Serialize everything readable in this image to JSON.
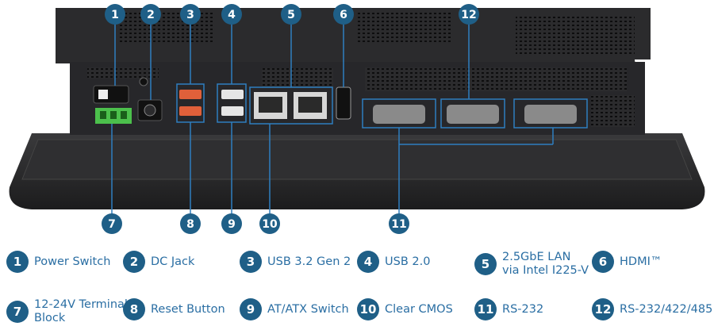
{
  "colors": {
    "callout": "#1f5f87",
    "label_text": "#2a6ea3",
    "highlight": "#2f7fc0",
    "chassis": "#2b2b2d",
    "usb32": "#e0603a",
    "terminal": "#4cc04c"
  },
  "callouts": [
    "1",
    "2",
    "3",
    "4",
    "5",
    "6",
    "12",
    "7",
    "8",
    "9",
    "10",
    "11"
  ],
  "legend": [
    {
      "number": "1",
      "label": "Power Switch"
    },
    {
      "number": "2",
      "label": "DC Jack"
    },
    {
      "number": "3",
      "label": "USB 3.2 Gen 2"
    },
    {
      "number": "4",
      "label": "USB 2.0"
    },
    {
      "number": "5",
      "label": "2.5GbE LAN\nvia Intel I225-V"
    },
    {
      "number": "6",
      "label": "HDMI™"
    },
    {
      "number": "7",
      "label": "12-24V Terminal\nBlock"
    },
    {
      "number": "8",
      "label": "Reset Button"
    },
    {
      "number": "9",
      "label": "AT/ATX Switch"
    },
    {
      "number": "10",
      "label": "Clear CMOS"
    },
    {
      "number": "11",
      "label": "RS-232"
    },
    {
      "number": "12",
      "label": "RS-232/422/485"
    }
  ]
}
